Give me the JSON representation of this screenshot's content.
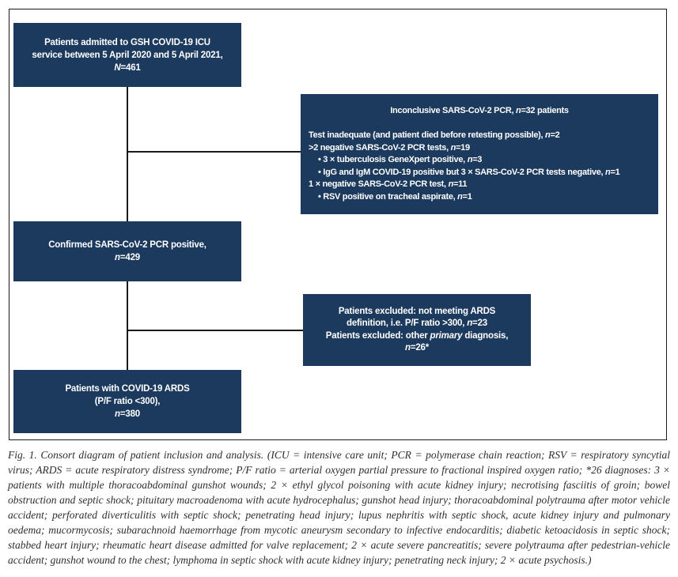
{
  "colors": {
    "box_bg": "#1c3a5e",
    "box_text": "#ffffff",
    "connector": "#1a1a1a",
    "caption_text": "#2e2e2e"
  },
  "figure": {
    "boxes": {
      "admitted": {
        "lines": [
          {
            "seg": [
              {
                "t": "Patients admitted to GSH COVID-19 ICU"
              }
            ]
          },
          {
            "seg": [
              {
                "t": "service between 5 April 2020 and 5 April 2021,"
              }
            ]
          },
          {
            "seg": [
              {
                "t": "N",
                "i": true
              },
              {
                "t": "=461"
              }
            ]
          }
        ]
      },
      "inconclusive": {
        "lines": [
          {
            "align": "center",
            "seg": [
              {
                "t": "Inconclusive SARS-CoV-2 PCR, "
              },
              {
                "t": "n",
                "i": true
              },
              {
                "t": "=32 patients"
              }
            ]
          },
          {
            "blank": true
          },
          {
            "seg": [
              {
                "t": "Test inadequate (and patient died before retesting possible), "
              },
              {
                "t": "n",
                "i": true
              },
              {
                "t": "=2"
              }
            ]
          },
          {
            "seg": [
              {
                "t": ">2 negative SARS-CoV-2 PCR tests, "
              },
              {
                "t": "n",
                "i": true
              },
              {
                "t": "=19"
              }
            ]
          },
          {
            "indent": 1,
            "seg": [
              {
                "t": "• 3 × tuberculosis GeneXpert positive, "
              },
              {
                "t": "n",
                "i": true
              },
              {
                "t": "=3"
              }
            ]
          },
          {
            "indent": 1,
            "seg": [
              {
                "t": "• IgG and IgM COVID-19 positive but 3 × SARS-CoV-2 PCR tests negative, "
              },
              {
                "t": "n",
                "i": true
              },
              {
                "t": "=1"
              }
            ]
          },
          {
            "seg": [
              {
                "t": "1 × negative SARS-CoV-2 PCR test, "
              },
              {
                "t": "n",
                "i": true
              },
              {
                "t": "=11"
              }
            ]
          },
          {
            "indent": 1,
            "seg": [
              {
                "t": "• RSV positive on tracheal aspirate, "
              },
              {
                "t": "n",
                "i": true
              },
              {
                "t": "=1"
              }
            ]
          }
        ]
      },
      "confirmed": {
        "lines": [
          {
            "seg": [
              {
                "t": "Confirmed SARS-CoV-2 PCR positive,"
              }
            ]
          },
          {
            "seg": [
              {
                "t": "n",
                "i": true
              },
              {
                "t": "=429"
              }
            ]
          }
        ]
      },
      "excluded": {
        "lines": [
          {
            "seg": [
              {
                "t": "Patients excluded: not meeting ARDS"
              }
            ]
          },
          {
            "seg": [
              {
                "t": "definition, i.e. P/F ratio >300, "
              },
              {
                "t": "n",
                "i": true
              },
              {
                "t": "=23"
              }
            ]
          },
          {
            "seg": [
              {
                "t": "Patients excluded: other "
              },
              {
                "t": "primary",
                "i": true
              },
              {
                "t": " diagnosis,"
              }
            ]
          },
          {
            "seg": [
              {
                "t": "n",
                "i": true
              },
              {
                "t": "=26*"
              }
            ]
          }
        ]
      },
      "ards": {
        "lines": [
          {
            "seg": [
              {
                "t": "Patients with COVID-19 ARDS"
              }
            ]
          },
          {
            "seg": [
              {
                "t": "(P/F ratio <300),"
              }
            ]
          },
          {
            "seg": [
              {
                "t": "n",
                "i": true
              },
              {
                "t": "=380"
              }
            ]
          }
        ]
      }
    },
    "caption": "Fig. 1. Consort diagram of patient inclusion and analysis. (ICU = intensive care unit; PCR = polymerase chain reaction; RSV = respiratory syncytial virus; ARDS = acute respiratory distress syndrome; P/F ratio = arterial oxygen partial pressure to fractional inspired oxygen ratio; *26 diagnoses: 3 × patients with multiple thoracoabdominal gunshot wounds; 2 × ethyl glycol poisoning with acute kidney injury; necrotising fasciitis of groin; bowel obstruction and septic shock; pituitary macroadenoma with acute hydrocephalus; gunshot head injury; thoracoabdominal polytrauma after motor vehicle accident; perforated diverticulitis with septic shock; penetrating head injury; lupus nephritis with septic shock, acute kidney injury and pulmonary oedema; mucormycosis; subarachnoid haemorrhage from mycotic aneurysm secondary to infective endocarditis; diabetic ketoacidosis in septic shock; stabbed heart injury; rheumatic heart disease admitted for valve replacement; 2 × acute severe pancreatitis; severe polytrauma after pedestrian-vehicle accident; gunshot wound to the chest; lymphoma in septic shock with acute kidney injury; penetrating neck injury; 2 × acute psychosis.)"
  }
}
